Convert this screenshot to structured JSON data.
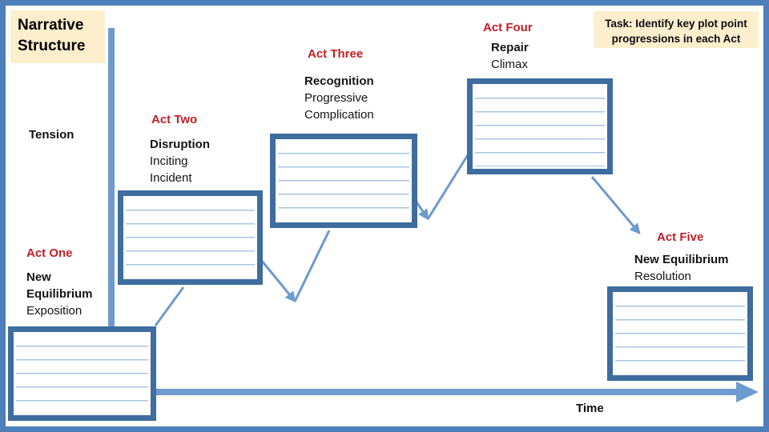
{
  "title": "Narrative Structure",
  "task_note": "Task: Identify key plot point progressions in each Act",
  "axes": {
    "y_label": "Tension",
    "x_label": "Time"
  },
  "acts": [
    {
      "name": "Act One",
      "bold": "New Equilibrium",
      "normal": "Exposition"
    },
    {
      "name": "Act Two",
      "bold": "Disruption",
      "normal": "Inciting Incident"
    },
    {
      "name": "Act Three",
      "bold": "Recognition",
      "normal": "Progressive Complication"
    },
    {
      "name": "Act Four",
      "bold": "Repair",
      "normal": "Climax"
    },
    {
      "name": "Act Five",
      "bold": "New Equilibrium",
      "normal": "Resolution"
    }
  ],
  "colors": {
    "frame": "#4e7fba",
    "axis": "#6d9bcd",
    "box-border": "#3e6d9e",
    "rule-line": "#a9c6e2",
    "note-bg": "#fdeecd",
    "act-red": "#c31e25",
    "text-dark": "#141414"
  }
}
